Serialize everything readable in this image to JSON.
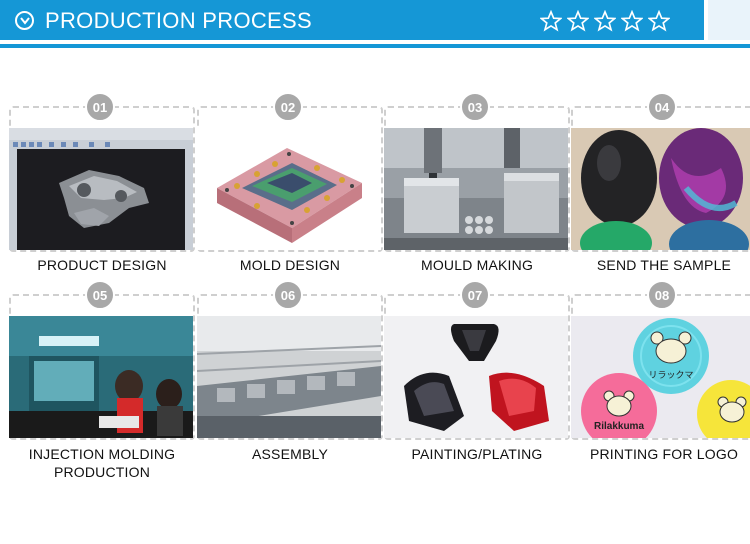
{
  "header": {
    "title": "PRODUCTION PROCESS",
    "icon": "chevron-down-circle-icon",
    "stars": 5,
    "color": "#1597d6"
  },
  "steps": [
    {
      "num": "01",
      "label": "PRODUCT DESIGN"
    },
    {
      "num": "02",
      "label": "MOLD DESIGN"
    },
    {
      "num": "03",
      "label": "MOULD MAKING"
    },
    {
      "num": "04",
      "label": "SEND THE SAMPLE"
    },
    {
      "num": "05",
      "label": "INJECTION MOLDING",
      "label2": "PRODUCTION"
    },
    {
      "num": "06",
      "label": "ASSEMBLY"
    },
    {
      "num": "07",
      "label": "PAINTING/PLATING"
    },
    {
      "num": "08",
      "label": "PRINTING FOR LOGO"
    }
  ],
  "logo_texts": {
    "rilakkuma": "Rilakkuma",
    "katakana": "リラックマ"
  }
}
